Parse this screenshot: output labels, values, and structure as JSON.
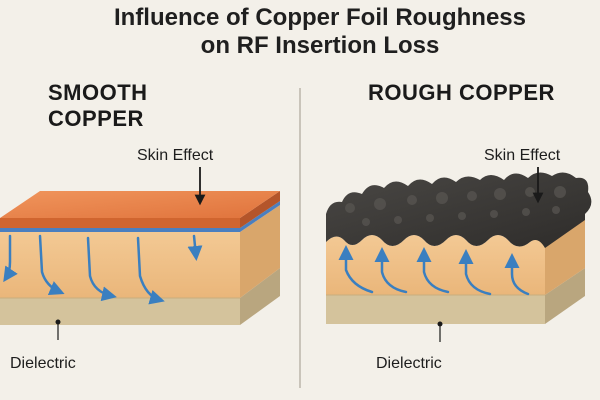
{
  "title": {
    "line1": "Influence of Copper Foil Roughness",
    "line2": "on RF Insertion Loss"
  },
  "left_panel": {
    "heading_line1": "SMOOTH",
    "heading_line2": "COPPER",
    "skin_label": "Skin Effect",
    "dielectric_label": "Dielectric"
  },
  "right_panel": {
    "heading": "ROUGH COPPER",
    "skin_label": "Skin Effect",
    "dielectric_label": "Dielectric"
  },
  "colors": {
    "background": "#f3f0e9",
    "smooth_copper": "#e8834c",
    "rough_copper": "#3f3d3a",
    "prepreg": "#f0c38c",
    "dielectric_base": "#d4c39c",
    "current_arrows": "#3a7fc0"
  }
}
